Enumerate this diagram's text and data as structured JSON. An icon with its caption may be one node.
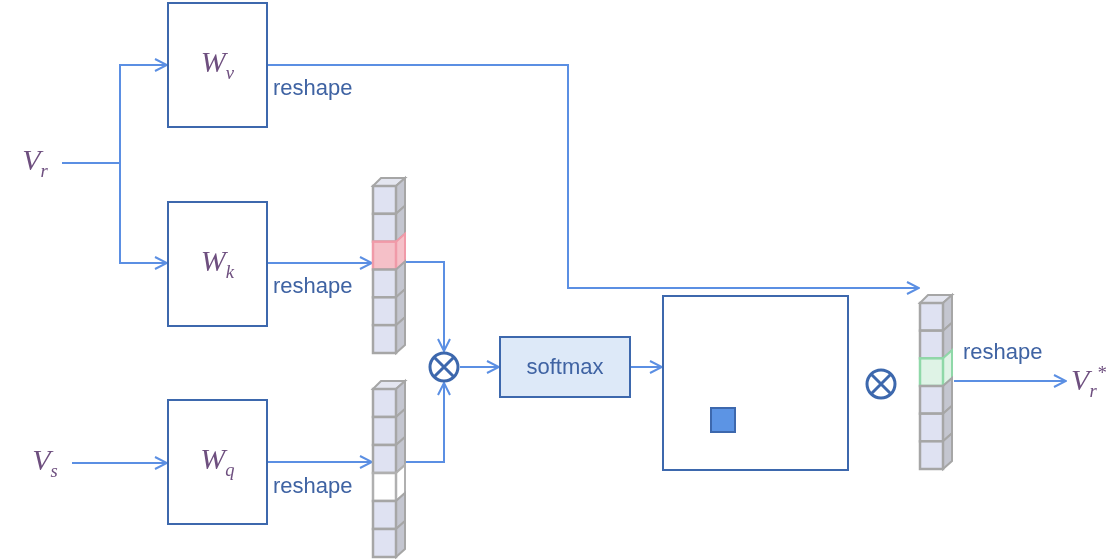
{
  "diagram": {
    "nodes": [
      {
        "text": [
          "V$_{r}$"
        ]
      },
      {
        "text": [
          "W$_{v}$"
        ]
      },
      {
        "text": [
          "W$_{k}$"
        ]
      },
      {
        "text": [
          "V$_{s}$"
        ]
      },
      {
        "text": [
          "W$_{q}$"
        ]
      },
      {
        "text": [],
        "shape": "bar"
      },
      {
        "text": [],
        "shape": "bar"
      },
      {
        "text": [],
        "shape": "circle"
      },
      {
        "text": [
          "softmax"
        ]
      },
      {
        "text": [],
        "shape": "box"
      },
      {
        "text": [],
        "shape": "bar"
      },
      {
        "text": [
          "V$_{r}$$^{*}$"
        ]
      }
    ],
    "edges": [
      {
        "from": 0,
        "to": 1,
        "arrow": "to"
      },
      {
        "from": 0,
        "to": 2,
        "arrow": "to"
      },
      {
        "from": 1,
        "to": 10,
        "arrow": "to",
        "label": "reshape"
      },
      {
        "from": 2,
        "to": 5,
        "arrow": "to",
        "label": "reshape"
      },
      {
        "from": 3,
        "to": 4,
        "arrow": "to"
      },
      {
        "from": 4,
        "to": 6,
        "arrow": "to",
        "label": "reshape"
      },
      {
        "from": 5,
        "to": 7,
        "arrow": "to"
      },
      {
        "from": 6,
        "to": 7,
        "arrow": "to"
      },
      {
        "from": 7,
        "to": 8,
        "arrow": "to"
      },
      {
        "from": 8,
        "to": 9,
        "arrow": "to"
      },
      {
        "from": 10,
        "to": 11,
        "arrow": "to",
        "label": "reshape"
      }
    ]
  }
}
